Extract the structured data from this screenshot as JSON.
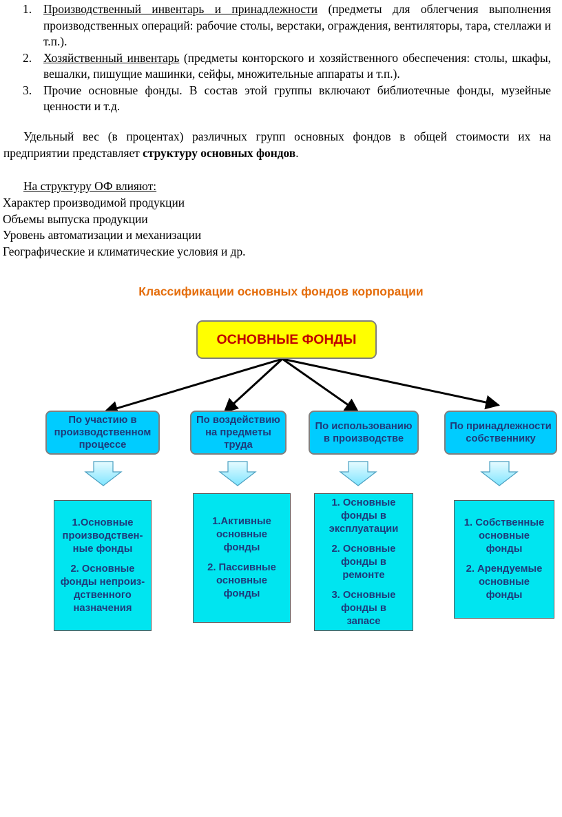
{
  "list_items": [
    {
      "number": "1.",
      "title": "Производственный инвентарь и принадлежности",
      "text": " (предметы для облегчения выполнения производственных операций: рабочие столы, верстаки, ограждения, вентиляторы, тара, стеллажи и т.п.)."
    },
    {
      "number": "2.",
      "title": "Хозяйственный инвентарь",
      "text": " (предметы конторского и хозяйственного обеспечения: столы, шкафы, вешалки, пишущие машинки, сейфы, множительные аппараты и т.п.)."
    },
    {
      "number": "3.",
      "title": "",
      "text": "Прочие основные фонды. В состав этой группы включают библиотечные фонды, музейные ценности и т.д."
    }
  ],
  "paragraph": {
    "text_before": "Удельный вес (в процентах) различных групп основных фондов в общей стоимости их на предприятии представляет ",
    "bold": "структуру основных фондов",
    "text_after": "."
  },
  "factors": {
    "title": "На структуру ОФ влияют:",
    "items": [
      "Характер производимой продукции",
      "Объемы выпуска продукции",
      "Уровень автоматизации и механизации",
      "Географические и климатические условия и др."
    ]
  },
  "scheme": {
    "title": "Классификации основных фондов корпорации",
    "root": "ОСНОВНЫЕ ФОНДЫ",
    "categories": [
      "По участию в\nпроизводственном\nпроцессе",
      "По воздействию\nна предметы\nтруда",
      "По использованию\nв производстве",
      "По принадлежности\nсобственнику"
    ],
    "results": [
      [
        "1.Основные\nпроизводствен-\nные фонды",
        "2. Основные\nфонды непроиз-\nдственного\nназначения"
      ],
      [
        "1.Активные\nосновные\nфонды",
        "2. Пассивные\nосновные\nфонды"
      ],
      [
        "1. Основные\nфонды в\nэксплуатации",
        "2. Основные\nфонды в\nремонте",
        "3. Основные\nфонды в\nзапасе"
      ],
      [
        "1. Собственные\nосновные\nфонды",
        "2. Арендуемые\nосновные\nфонды"
      ]
    ],
    "colors": {
      "title": "#e46c0a",
      "root_fill": "#ffff00",
      "root_text": "#c00000",
      "category_fill": "#00ccff",
      "result_fill": "#00e5f0",
      "box_text": "#1f3a7a"
    }
  }
}
